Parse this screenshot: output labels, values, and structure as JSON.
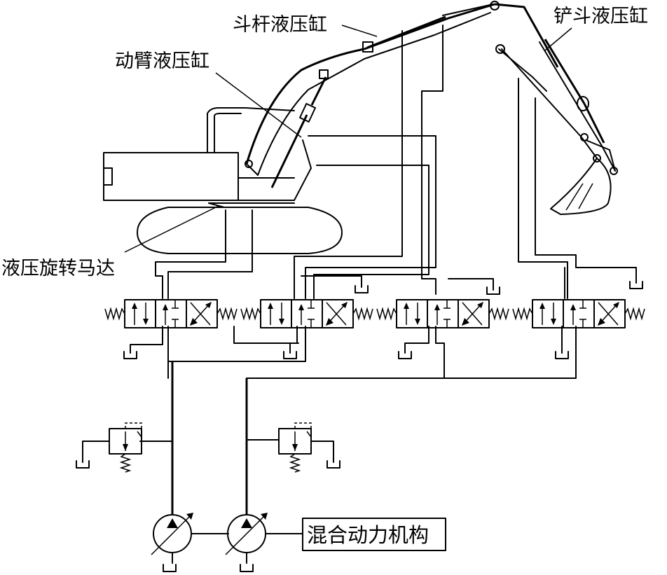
{
  "labels": {
    "stick_cylinder": "斗杆液压缸",
    "boom_cylinder": "动臂液压缸",
    "bucket_cylinder": "铲斗液压缸",
    "swing_motor": "液压旋转马达",
    "hybrid_power": "混合动力机构"
  },
  "icons": {
    "valve": "three-position-directional-valve-icon",
    "relief": "relief-valve-icon",
    "pump": "variable-displacement-pump-icon",
    "tank": "tank-icon"
  }
}
